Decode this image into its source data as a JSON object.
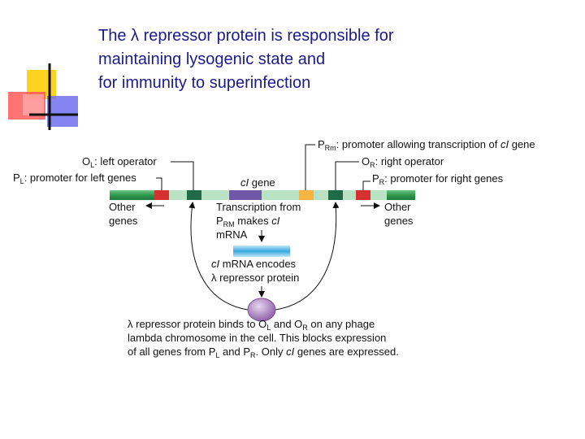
{
  "slide": {
    "title_lines": [
      "The λ repressor protein is responsible for",
      "maintaining lysogenic state and",
      "for immunity to superinfection"
    ]
  },
  "diagram": {
    "prm_label": {
      "main": "P",
      "sub": "Rm",
      "rest": ": promoter allowing transcription of ",
      "gene": "cI",
      "tail": " gene"
    },
    "ol_label": {
      "main": "O",
      "sub": "L",
      "rest": ": left operator"
    },
    "or_label": {
      "main": "O",
      "sub": "R",
      "rest": ": right operator"
    },
    "pl_label": {
      "main": "P",
      "sub": "L",
      "rest": ": promoter for left genes"
    },
    "pr_label": {
      "main": "P",
      "sub": "R",
      "rest": ": promoter for right genes"
    },
    "ci_gene_label": {
      "gene": "cI",
      "rest": " gene"
    },
    "other_genes_left": [
      "Other",
      "genes"
    ],
    "other_genes_right": [
      "Other",
      "genes"
    ],
    "transcription": {
      "line1": "Transcription from",
      "line2_main": "P",
      "line2_sub": "RM",
      "line2_rest": " makes ",
      "line2_gene": "cI",
      "line3": "mRNA"
    },
    "mrna_encodes": {
      "line1_gene": "cI",
      "line1_rest": " mRNA encodes",
      "line2": "λ repressor protein"
    },
    "binds": {
      "line1_a": "λ repressor protein binds to O",
      "line1_sub_a": "L",
      "line1_b": " and O",
      "line1_sub_b": "R",
      "line1_c": " on any phage",
      "line2": "lambda chromosome in the cell. This blocks expression",
      "line3_a": "of all genes from P",
      "line3_sub_a": "L",
      "line3_b": " and P",
      "line3_sub_b": "R",
      "line3_c": ". Only ",
      "line3_gene": "cI",
      "line3_d": " genes are expressed."
    },
    "colors": {
      "title": "#1a1a8c",
      "dna_green": "#2e9a4e",
      "dna_light": "#b9e3c4",
      "promoter_red": "#d63131",
      "operator_dark": "#1f6b45",
      "ci_gene_purple": "#7058a8",
      "prm_orange": "#f5b340",
      "mrna_blue": "#4fb4e6",
      "repressor_purple": "#9a72b0",
      "decor_yellow": "#ffd21f",
      "decor_red": "#ff4a4a",
      "decor_blue": "#6f6ff0"
    }
  }
}
